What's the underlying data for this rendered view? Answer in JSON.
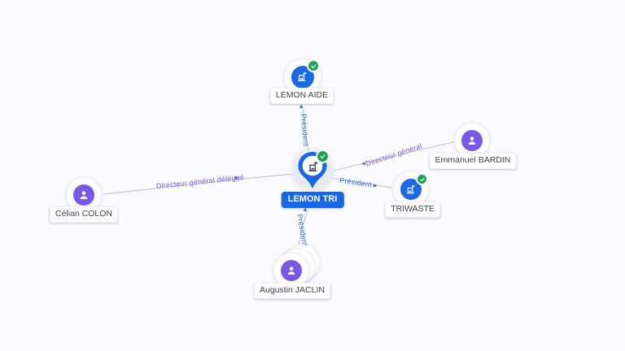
{
  "canvas": {
    "background": "#fafbfe"
  },
  "colors": {
    "company_blue": "#1a6ae8",
    "center_label_blue": "#1766e4",
    "person_purple": "#7b57e8",
    "verified_green": "#1ea355",
    "edge_line_gray": "#b9bdcc",
    "pill_text": "#3c4254"
  },
  "icons": {
    "arrow_up": "▴",
    "arrow_right": "▸",
    "arrow_left": "◂"
  },
  "graph": {
    "center": {
      "id": "lemon-tri",
      "label": "LEMON TRI",
      "type": "company",
      "verified": true
    },
    "nodes": [
      {
        "id": "lemon-aide",
        "label": "LEMON AIDE",
        "type": "company",
        "verified": true
      },
      {
        "id": "emmanuel-bardin",
        "label": "Emmanuel BARDIN",
        "type": "person",
        "verified": false
      },
      {
        "id": "triwaste",
        "label": "TRIWASTE",
        "type": "company",
        "verified": true
      },
      {
        "id": "celian-colon",
        "label": "Célian COLON",
        "type": "person",
        "verified": false
      },
      {
        "id": "augustin-jaclin",
        "label": "Augustin JACLIN",
        "type": "person",
        "verified": false,
        "stacked": true
      }
    ],
    "edges": [
      {
        "from": "lemon-tri",
        "to": "lemon-aide",
        "label": "Président"
      },
      {
        "from": "emmanuel-bardin",
        "to": "lemon-tri",
        "label": "Directeur général"
      },
      {
        "from": "lemon-tri",
        "to": "triwaste",
        "label": "Président"
      },
      {
        "from": "celian-colon",
        "to": "lemon-tri",
        "label": "Directeur général délégué"
      },
      {
        "from": "augustin-jaclin",
        "to": "lemon-tri",
        "label": "Président"
      }
    ]
  }
}
